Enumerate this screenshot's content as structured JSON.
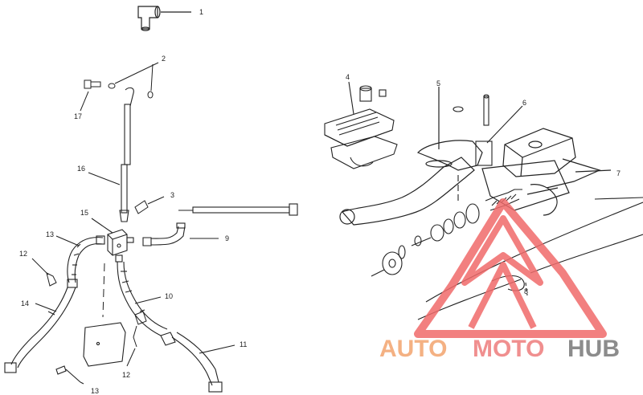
{
  "callouts": [
    "1",
    "2",
    "3",
    "4",
    "5",
    "6",
    "7",
    "8",
    "9",
    "10",
    "10",
    "11",
    "12",
    "12",
    "13",
    "13",
    "14",
    "15",
    "16",
    "17"
  ],
  "watermark": {
    "auto": "AUTO",
    "moto": "MOTO",
    "hub": "HUB",
    "color_auto": "#f4b183",
    "color_moto": "#f08f8f",
    "color_hub": "#8c8c8c",
    "triangle_color": "#f06b6b"
  },
  "colors": {
    "line": "#222222",
    "background": "#ffffff"
  }
}
